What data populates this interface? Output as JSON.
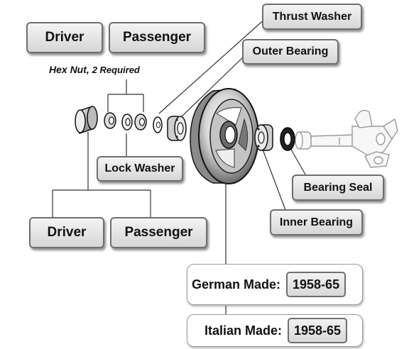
{
  "labels": {
    "driver_top": "Driver",
    "passenger_top": "Passenger",
    "hex_nut": "Hex Nut,",
    "hex_nut_count": "2 Required",
    "lock_washer": "Lock Washer",
    "driver_bottom": "Driver",
    "passenger_bottom": "Passenger",
    "thrust_washer": "Thrust Washer",
    "outer_bearing": "Outer Bearing",
    "bearing_seal": "Bearing Seal",
    "inner_bearing": "Inner Bearing"
  },
  "made": {
    "german_label": "German Made:",
    "german_years": "1958-65",
    "italian_label": "Italian Made:",
    "italian_years": "1958-65"
  }
}
